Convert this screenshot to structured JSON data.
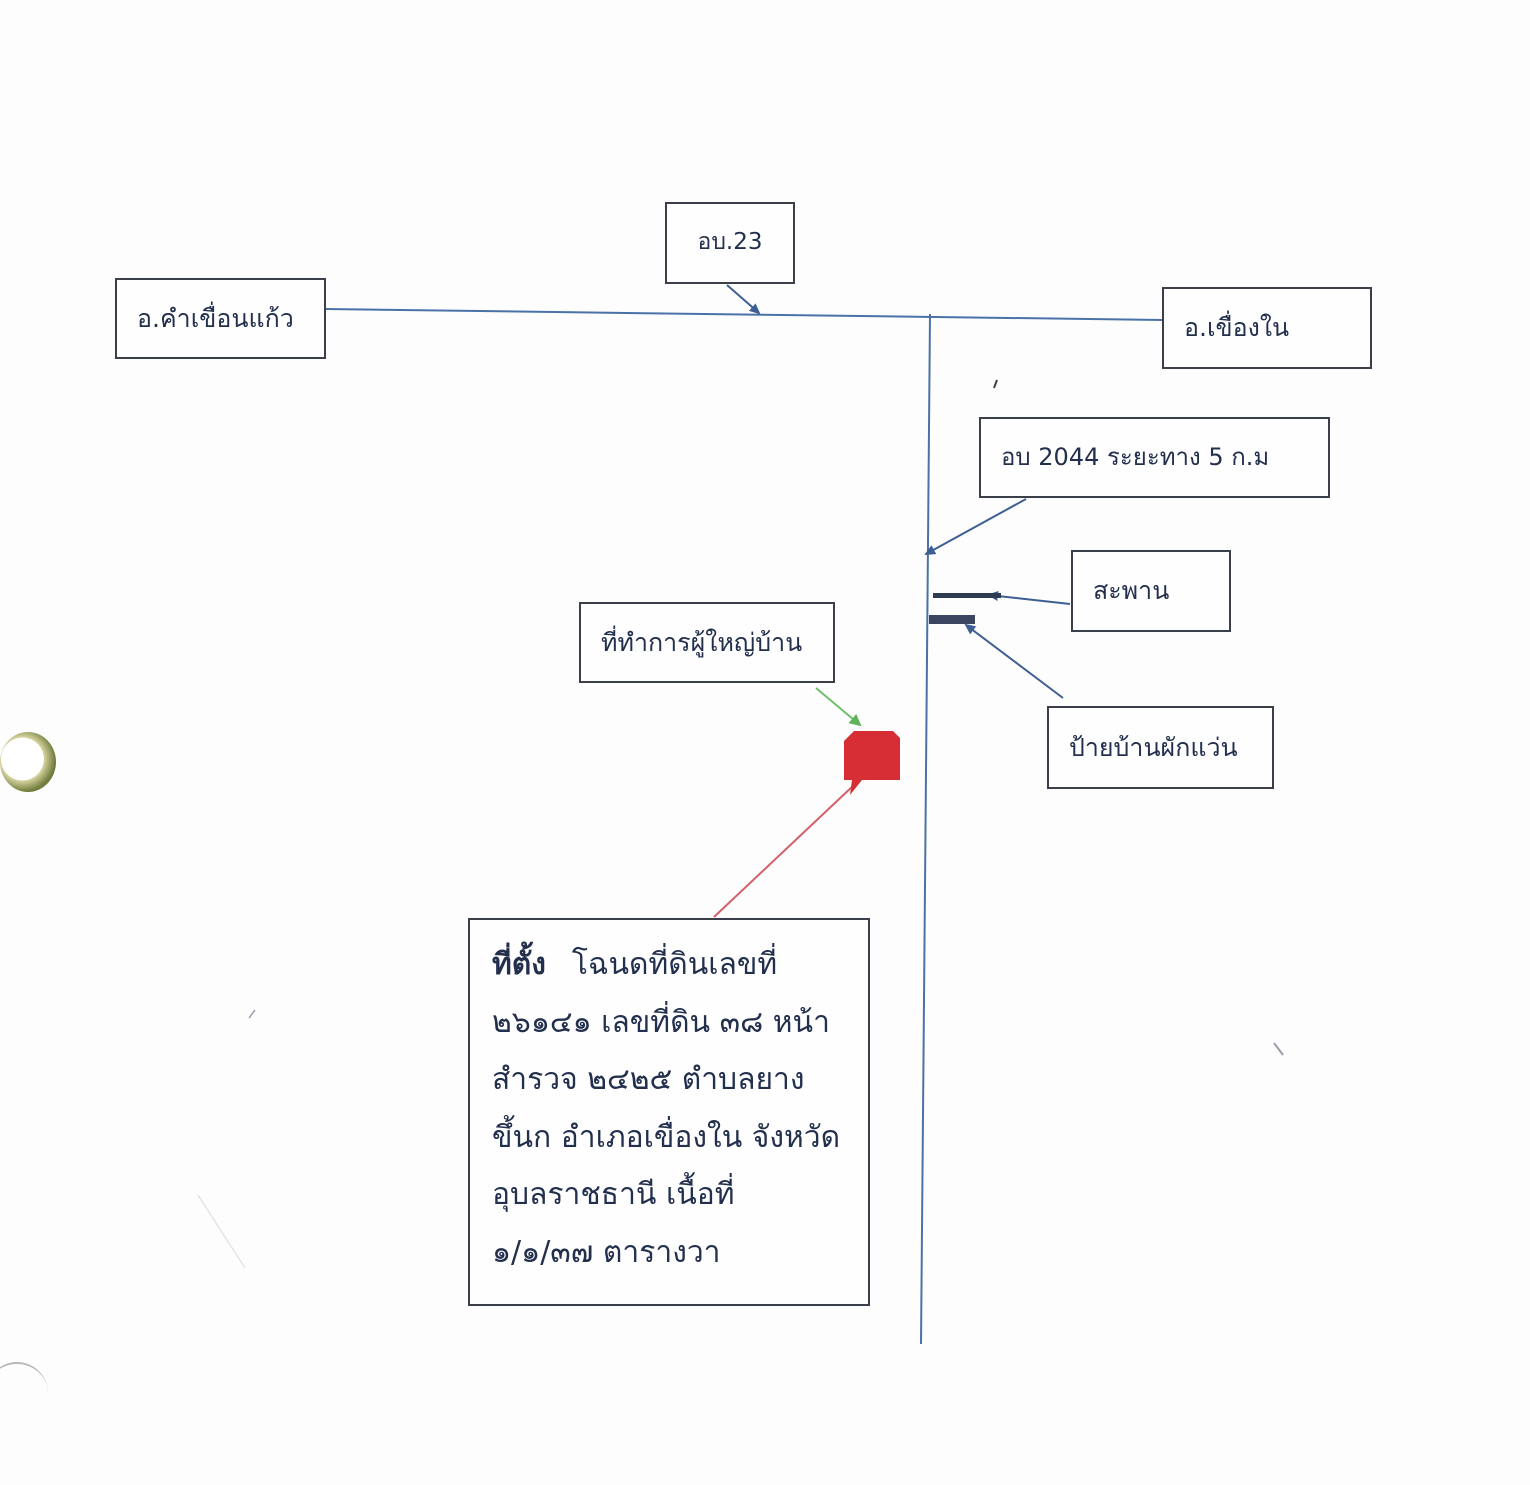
{
  "map": {
    "places": {
      "kham_khuean_kaeo": "อ.คำเขื่อนแก้ว",
      "khueang_nai": "อ.เขื่องใน",
      "road_23": "อบ.23",
      "road_2044": "อบ 2044  ระยะทาง 5 ก.ม",
      "bridge": "สะพาน",
      "village_sign": "ป้ายบ้านผักแว่น",
      "headman_office": "ที่ทำการผู้ใหญ่บ้าน"
    },
    "location_info": {
      "title": "ที่ตั้ง",
      "line1_rest": "โฉนดที่ดินเลขที่",
      "line2": "๒๖๑๔๑ เลขที่ดิน ๓๘ หน้า",
      "line3": "สำรวจ ๒๔๒๕ ตำบลยาง",
      "line4": "ขึ้นก อำเภอเขื่องใน จังหวัด",
      "line5": "อุบลราชธานี  เนื้อที่",
      "line6": "๑/๑/๓๗ ตารางวา"
    },
    "colors": {
      "road": "#4a72a8",
      "arrow": "#3d5f91",
      "pointer_red": "#d3606a",
      "pointer_green": "#6fbf6a",
      "site_marker": "#d62e34",
      "bridge_marks": "#2f3b52"
    }
  }
}
